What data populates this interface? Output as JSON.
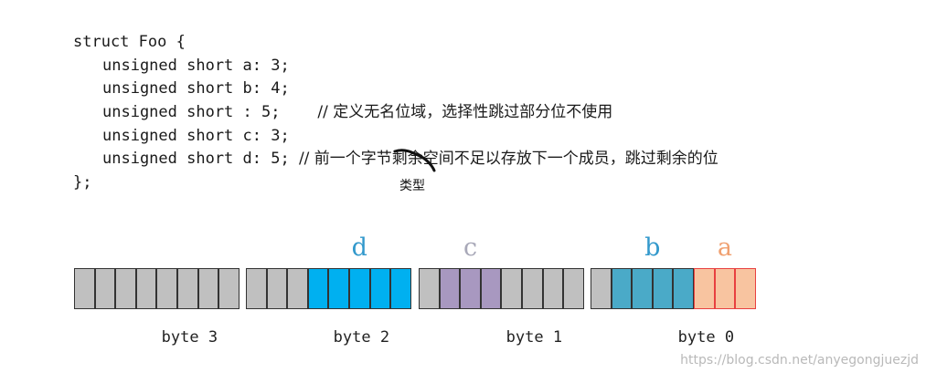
{
  "code": {
    "lines": [
      {
        "text": "struct Foo {",
        "indent": false,
        "comment": ""
      },
      {
        "text": "unsigned short a: 3;",
        "indent": true,
        "comment": ""
      },
      {
        "text": "unsigned short b: 4;",
        "indent": true,
        "comment": ""
      },
      {
        "text": "unsigned short : 5;    ",
        "indent": true,
        "comment": "// 定义无名位域，选择性跳过部分位不使用"
      },
      {
        "text": "unsigned short c: 3;",
        "indent": true,
        "comment": ""
      },
      {
        "text": "unsigned short d: 5; ",
        "indent": true,
        "comment": "// 前一个字节剩余空间不足以存放下一个成员，跳过剩余的位"
      },
      {
        "text": "};",
        "indent": false,
        "comment": ""
      }
    ]
  },
  "annotation": "类型",
  "groups": [
    {
      "label": "d",
      "color": "#3399cc"
    },
    {
      "label": "c",
      "color": "#a8a8b8"
    },
    {
      "label": "b",
      "color": "#3399cc"
    },
    {
      "label": "a",
      "color": "#f0a070"
    }
  ],
  "bytes": [
    {
      "label": "byte 3",
      "bits": [
        "gray",
        "gray",
        "gray",
        "gray",
        "gray",
        "gray",
        "gray",
        "gray"
      ]
    },
    {
      "label": "byte 2",
      "bits": [
        "gray",
        "gray",
        "gray",
        "d",
        "d",
        "d",
        "d",
        "d"
      ]
    },
    {
      "label": "byte 1",
      "bits": [
        "gray",
        "c",
        "c",
        "c",
        "gray",
        "gray",
        "gray",
        "gray"
      ]
    },
    {
      "label": "byte 0",
      "bits": [
        "gray",
        "b",
        "b",
        "b",
        "b",
        "a",
        "a",
        "a"
      ]
    }
  ],
  "colors": {
    "gray": "#c0c0c0",
    "d": "#00b0f0",
    "c": "#a898c0",
    "b": "#4aaac8",
    "a": "#f8c4a0",
    "a_border": "#e84040"
  },
  "watermark": "https://blog.csdn.net/anyegongjuezjd"
}
